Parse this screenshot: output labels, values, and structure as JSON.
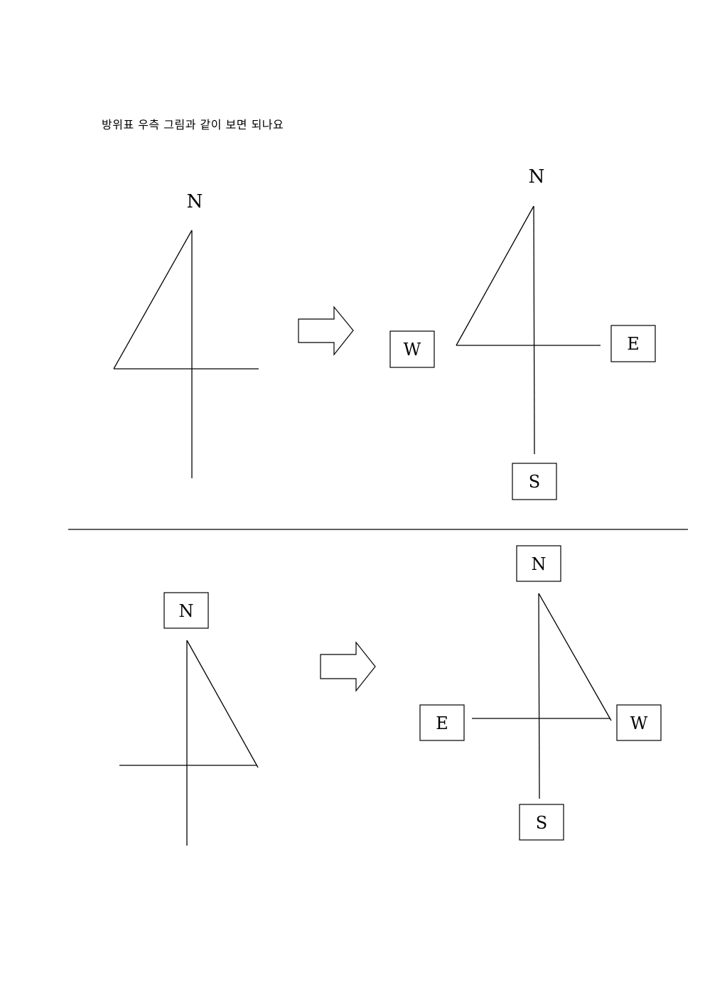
{
  "caption": "방위표 우측 그림과 같이 보면 되나요",
  "top": {
    "left": {
      "north": "N"
    },
    "right": {
      "north": "N",
      "west": "W",
      "east": "E",
      "south": "S"
    }
  },
  "bottom": {
    "left": {
      "north": "N"
    },
    "right": {
      "north": "N",
      "east": "E",
      "west": "W",
      "south": "S"
    }
  }
}
